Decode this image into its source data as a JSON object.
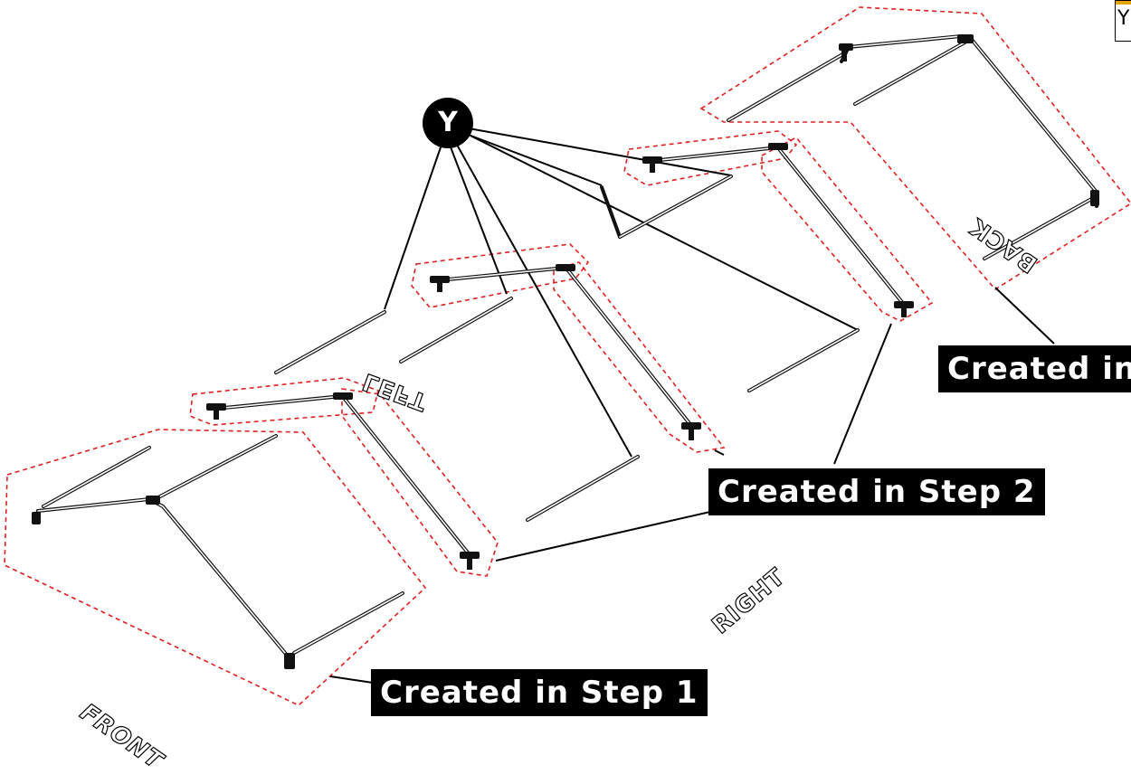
{
  "marker": {
    "label": "Y"
  },
  "corner_legend": {
    "label": "Y"
  },
  "callouts": {
    "step1": "Created in Step 1",
    "step2": "Created in Step 2",
    "step3": "Created in"
  },
  "side_labels": {
    "front": "FRONT",
    "left": "LEFT",
    "right": "RIGHT",
    "back": "BACK"
  },
  "colors": {
    "outline": "#e02020",
    "frame": "#111111",
    "callout_bg": "#000000"
  }
}
